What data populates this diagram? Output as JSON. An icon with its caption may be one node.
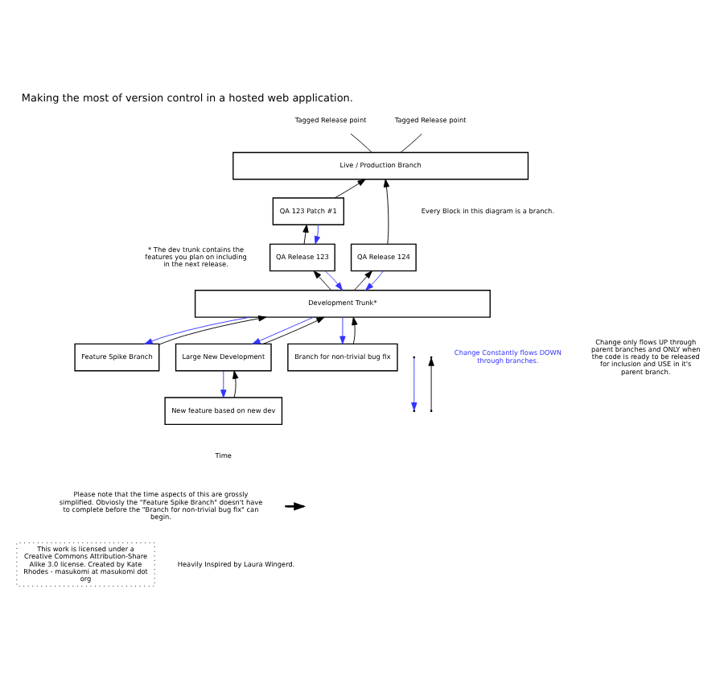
{
  "diagram": {
    "title": "Making the most of version control in a hosted web application.",
    "nodes": [
      {
        "text": [
          "Live / Production Branch"
        ]
      },
      {
        "text": [
          "QA 123 Patch #1"
        ]
      },
      {
        "text": [
          "QA Release 123"
        ]
      },
      {
        "text": [
          "QA Release 124"
        ]
      },
      {
        "text": [
          "Development Trunk*"
        ]
      },
      {
        "text": [
          "Feature Spike Branch"
        ]
      },
      {
        "text": [
          "Large New Development"
        ]
      },
      {
        "text": [
          "Branch for non-trivial bug fix"
        ]
      },
      {
        "text": [
          "New feature based on new dev"
        ]
      },
      {
        "text": [
          "Tagged Release point"
        ]
      },
      {
        "text": [
          "Tagged Release point"
        ]
      }
    ],
    "edges": [
      {
        "from": 1,
        "to": 0,
        "arrow": "to"
      },
      {
        "from": 2,
        "to": 1,
        "arrow": "to"
      },
      {
        "from": 1,
        "to": 2,
        "arrow": "to",
        "color": "#3333ff"
      },
      {
        "from": 3,
        "to": 0,
        "arrow": "to"
      },
      {
        "from": 4,
        "to": 2,
        "arrow": "to"
      },
      {
        "from": 2,
        "to": 4,
        "arrow": "to",
        "color": "#3333ff"
      },
      {
        "from": 4,
        "to": 3,
        "arrow": "to"
      },
      {
        "from": 3,
        "to": 4,
        "arrow": "to",
        "color": "#3333ff"
      },
      {
        "from": 4,
        "to": 5,
        "arrow": "to",
        "color": "#3333ff"
      },
      {
        "from": 5,
        "to": 4,
        "arrow": "to"
      },
      {
        "from": 4,
        "to": 7,
        "arrow": "to",
        "color": "#3333ff"
      },
      {
        "from": 7,
        "to": 4,
        "arrow": "to"
      },
      {
        "from": 4,
        "to": 6,
        "arrow": "to",
        "color": "#3333ff"
      },
      {
        "from": 6,
        "to": 4,
        "arrow": "to"
      },
      {
        "from": 6,
        "to": 8,
        "arrow": "to",
        "color": "#3333ff"
      },
      {
        "from": 8,
        "to": 6,
        "arrow": "to"
      },
      {
        "from": 9,
        "to": 0,
        "arrow": "none"
      },
      {
        "from": 10,
        "to": 0,
        "arrow": "none"
      }
    ],
    "labels": [
      "Every Block in this diagram is a branch.",
      "* The dev trunk contains the features you plan on including in the next release.",
      "Time",
      "Please note that the time aspects of this are grossly simplified. Obviosly the \"Feature Spike Branch\" doesn't have to complete before the \"Branch for non-trivial bug fix\" can begin.",
      "This work is licensed under a Creative Commons Attribution-Share Alike 3.0 license. Created by Kate Rhodes - masukomi at masukomi dot org",
      "Heavily Inspired by Laura Wingerd."
    ],
    "legend": [
      {
        "text": "Change Constantly flows DOWN through branches."
      },
      {
        "text": "Change only flows UP through parent branches and ONLY when the code is ready to be released for inclusion and USE in it's parent branch."
      }
    ]
  }
}
